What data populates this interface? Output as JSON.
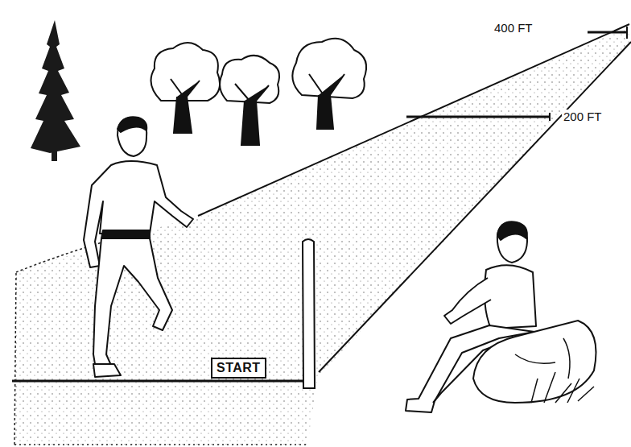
{
  "diagram": {
    "nodes": [
      {
        "text": [
          "START"
        ]
      }
    ],
    "labels": [
      "400 FT",
      "200 FT"
    ]
  }
}
